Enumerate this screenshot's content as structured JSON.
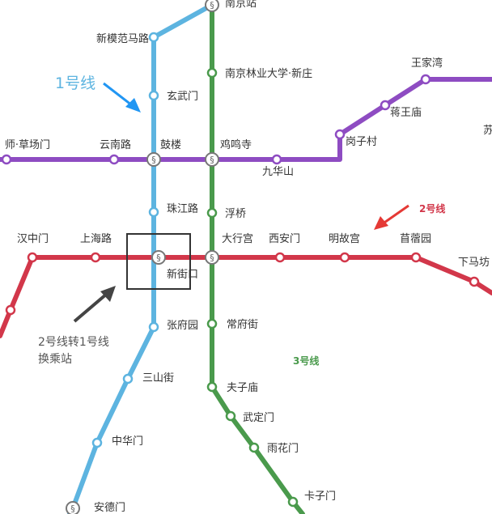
{
  "lines": {
    "line1": {
      "label": "1号线",
      "color": "#5db4e0"
    },
    "line2": {
      "label": "2号线",
      "color": "#d2374a"
    },
    "line3": {
      "label": "3号线",
      "color": "#4a9a4c"
    },
    "line4": {
      "color": "#8e4cc2"
    }
  },
  "stations": {
    "nanjingzhan": "南京站",
    "xinmofanmalu": "新模范马路",
    "nanlin": "南京林业大学·新庄",
    "xuanwumen": "玄武门",
    "wangjiawan": "王家湾",
    "jiangwangmiao": "蒋王庙",
    "gangzicun": "岗子村",
    "caochangmen": "师·草场门",
    "yunnanlu": "云南路",
    "gulou": "鼓楼",
    "jimingsi": "鸡鸣寺",
    "jiuhuashan": "九华山",
    "edge_right": "苏",
    "zhujianglu": "珠江路",
    "fuqiao": "浮桥",
    "hanzhongmen": "汉中门",
    "shanghailu": "上海路",
    "daxinggong": "大行宫",
    "xi_anmen": "西安门",
    "minggugong": "明故宫",
    "muxuyuan": "苜蓿园",
    "xiamafang": "下马坊",
    "xinjiekou": "新街口",
    "zhangfuyuan": "张府园",
    "changfujie": "常府街",
    "sanshanjie": "三山街",
    "fuzimiao": "夫子庙",
    "wudingmen": "武定门",
    "zhonghuamen": "中华门",
    "yuhuamen": "雨花门",
    "andemen": "安德门",
    "kazimen": "卡子门"
  },
  "annotations": {
    "transfer_note_line1": "2号线转1号线",
    "transfer_note_line2": "换乘站"
  }
}
